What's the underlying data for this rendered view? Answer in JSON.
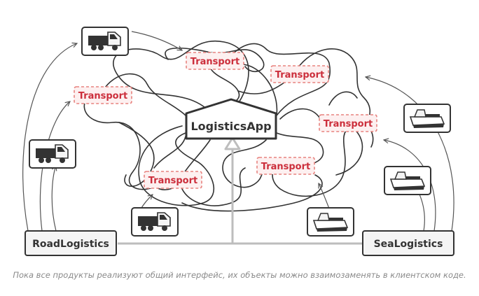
{
  "app": {
    "label": "LogisticsApp"
  },
  "road": {
    "label": "RoadLogistics"
  },
  "sea": {
    "label": "SeaLogistics"
  },
  "transports": [
    "Transport",
    "Transport",
    "Transport",
    "Transport",
    "Transport",
    "Transport"
  ],
  "caption": "Пока все продукты реализуют общий интерфейс, их объекты можно взаимозаменять в клиентском коде.",
  "icons": {
    "truck": "truck-icon",
    "ship": "ship-icon"
  },
  "colors": {
    "accent": "#cc2f3c",
    "accent_fill": "#fdf0f0",
    "ink": "#333333",
    "arrow": "#bdbdbd",
    "box_fill": "#f4f4f4"
  }
}
